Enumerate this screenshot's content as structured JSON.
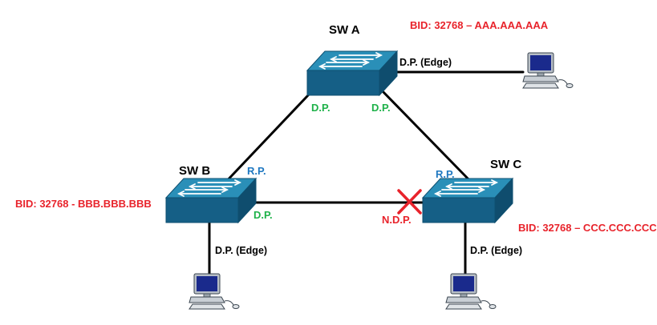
{
  "colors": {
    "bid": "#e8232b",
    "designated_port": "#1fb24a",
    "root_port": "#1f78c1",
    "non_designated_port": "#e8232b",
    "blocked_marker": "#e8232b",
    "switch_top": "#2a8fb8",
    "switch_front": "#155f86",
    "link": "#000000"
  },
  "switches": [
    {
      "id": "A",
      "name": "SW A",
      "bid": "BID: 32768 – AAA.AAA.AAA",
      "icon": "switch-icon"
    },
    {
      "id": "B",
      "name": "SW B",
      "bid": "BID: 32768 - BBB.BBB.BBB",
      "icon": "switch-icon"
    },
    {
      "id": "C",
      "name": "SW C",
      "bid": "BID: 32768 – CCC.CCC.CCC",
      "icon": "switch-icon"
    }
  ],
  "ports": {
    "a_left": "D.P.",
    "a_right": "D.P.",
    "a_edge": "D.P. (Edge)",
    "b_root": "R.P.",
    "b_right": "D.P.",
    "b_edge": "D.P. (Edge)",
    "c_root": "R.P.",
    "c_blocked": "N.D.P.",
    "c_edge": "D.P. (Edge)"
  },
  "icons": {
    "host": "computer-icon",
    "blocked": "x-mark-icon"
  }
}
